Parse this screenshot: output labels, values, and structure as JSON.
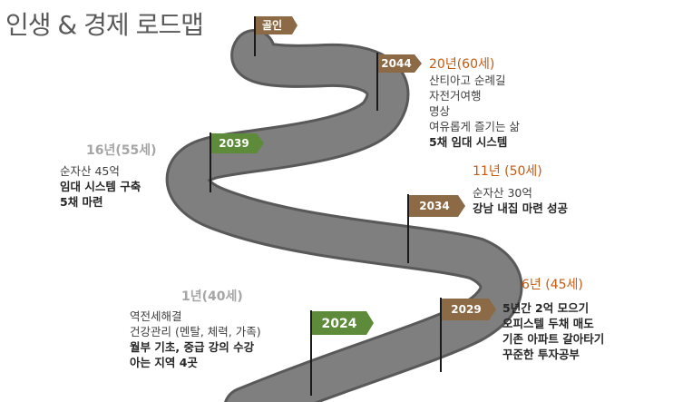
{
  "title": "인생 & 경제 로드맵",
  "colors": {
    "road": "#7f7f7f",
    "road_edge": "#595959",
    "brown_flag": "#8c6a45",
    "green_flag": "#5e8b3a",
    "orange_text": "#c55a11",
    "gray_text": "#a6a6a6"
  },
  "flags": [
    {
      "label": "골인",
      "color": "brown"
    },
    {
      "label": "2044",
      "color": "brown"
    },
    {
      "label": "2039",
      "color": "green"
    },
    {
      "label": "2034",
      "color": "brown"
    },
    {
      "label": "2029",
      "color": "brown"
    },
    {
      "label": "2024",
      "color": "green"
    }
  ],
  "milestones": {
    "m2044": {
      "age": "20년(60세)",
      "lines": [
        "산티아고 순례길",
        "자전거여행",
        "명상",
        "여유롭게 즐기는 삶"
      ],
      "bold": [
        "5채 임대 시스템"
      ]
    },
    "m2039": {
      "age": "16년(55세)",
      "lines": [
        "순자산 45억"
      ],
      "bold": [
        "임대 시스템 구축",
        "5채 마련"
      ]
    },
    "m2034": {
      "age": "11년 (50세)",
      "lines": [
        "순자산 30억"
      ],
      "bold": [
        "강남 내집 마련 성공"
      ]
    },
    "m2029": {
      "age": "6년 (45세)",
      "lines": [],
      "bold": [
        "5년간 2억 모으기",
        "오피스텔 두채 매도",
        "기존 아파트 갈아타기",
        "꾸준한 투자공부"
      ]
    },
    "m2024": {
      "age": "1년(40세)",
      "lines": [
        "역전세해결",
        "건강관리 (멘탈, 체력, 가족)"
      ],
      "bold": [
        "월부 기초, 중급 강의 수강",
        "아는 지역 4곳"
      ]
    }
  }
}
